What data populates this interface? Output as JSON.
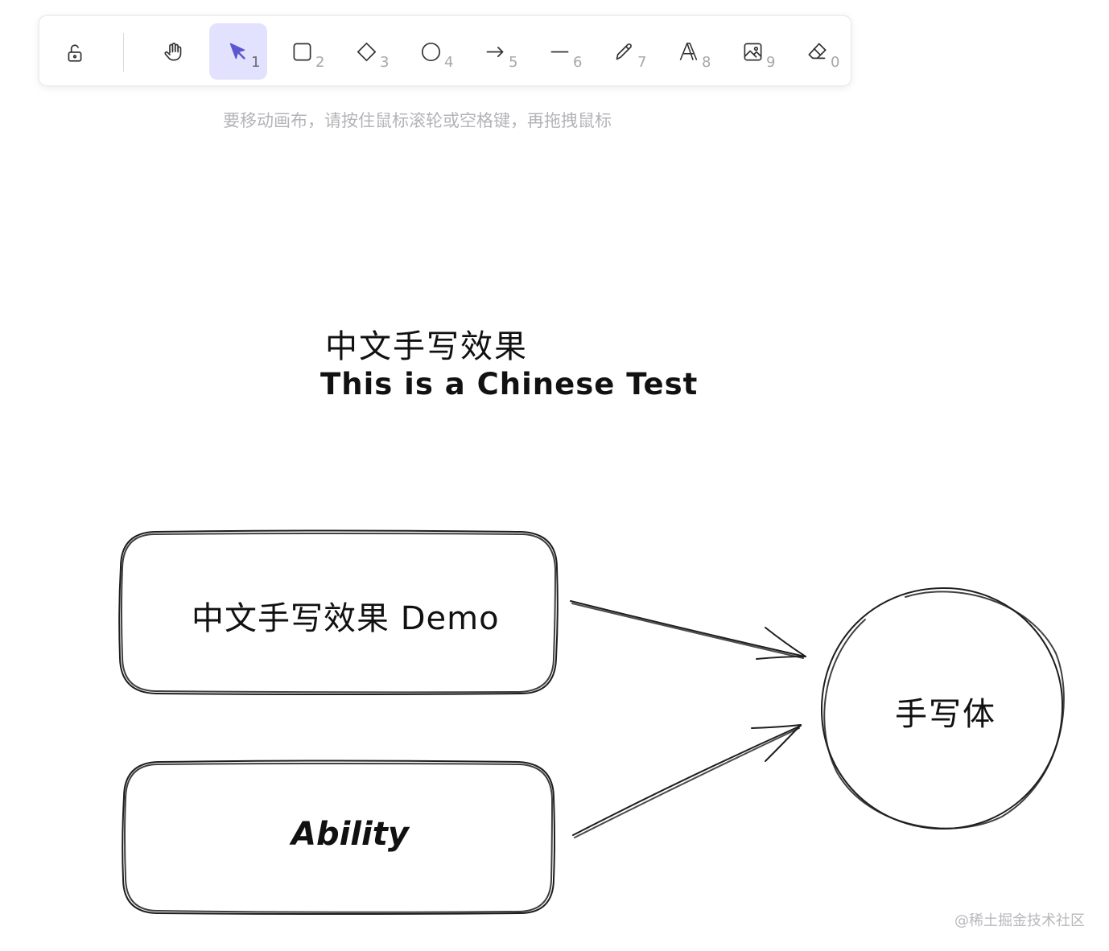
{
  "toolbar": {
    "tools": [
      {
        "icon": "hand-icon",
        "key": ""
      },
      {
        "icon": "selection-arrow-icon",
        "key": "1"
      },
      {
        "icon": "rectangle-icon",
        "key": "2"
      },
      {
        "icon": "diamond-icon",
        "key": "3"
      },
      {
        "icon": "ellipse-icon",
        "key": "4"
      },
      {
        "icon": "arrow-icon",
        "key": "5"
      },
      {
        "icon": "line-icon",
        "key": "6"
      },
      {
        "icon": "pencil-icon",
        "key": "7"
      },
      {
        "icon": "text-icon",
        "key": "8"
      },
      {
        "icon": "image-icon",
        "key": "9"
      },
      {
        "icon": "eraser-icon",
        "key": "0"
      }
    ],
    "active_tool": "selection-arrow-icon",
    "accent_color": "#e3e2fe",
    "selected_icon_color": "#5b57d1"
  },
  "hint": "要移动画布，请按住鼠标滚轮或空格键，再拖拽鼠标",
  "canvas": {
    "heading_cn": "中文手写效果",
    "heading_en": "This is a Chinese Test",
    "box1_label": "中文手写效果 Demo",
    "box2_label": "Ability",
    "circle_label": "手写体"
  },
  "watermark": "@稀土掘金技术社区"
}
